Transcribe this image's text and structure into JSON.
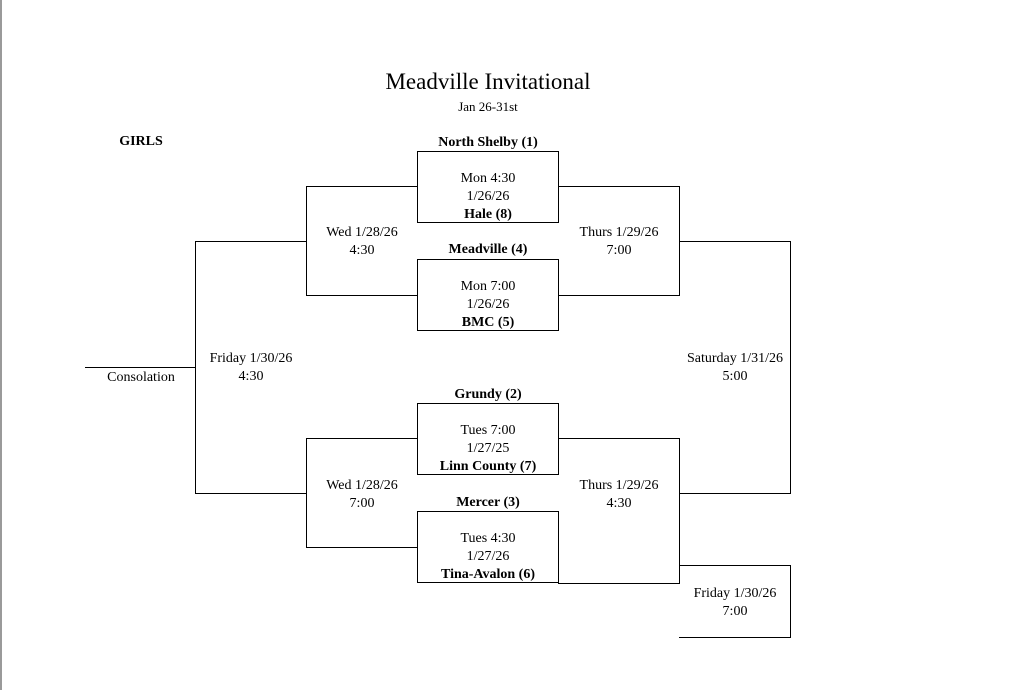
{
  "header": {
    "title": "Meadville Invitational",
    "subtitle": "Jan 26-31st",
    "division": "GIRLS"
  },
  "first_round": [
    {
      "top_team": "North Shelby (1)",
      "day_time": "Mon 4:30",
      "date": "1/26/26",
      "bottom_team": "Hale (8)"
    },
    {
      "top_team": "Meadville (4)",
      "day_time": "Mon 7:00",
      "date": "1/26/26",
      "bottom_team": "BMC (5)"
    },
    {
      "top_team": "Grundy (2)",
      "day_time": "Tues 7:00",
      "date": "1/27/25",
      "bottom_team": "Linn County (7)"
    },
    {
      "top_team": "Mercer (3)",
      "day_time": "Tues 4:30",
      "date": "1/27/26",
      "bottom_team": "Tina-Avalon (6)"
    }
  ],
  "consolation_round": [
    {
      "date": "Wed 1/28/26",
      "time": "4:30"
    },
    {
      "date": "Wed 1/28/26",
      "time": "7:00"
    }
  ],
  "consolation_final": {
    "date": "Friday 1/30/26",
    "time": "4:30",
    "label": "Consolation"
  },
  "semifinals": [
    {
      "date": "Thurs 1/29/26",
      "time": "7:00"
    },
    {
      "date": "Thurs 1/29/26",
      "time": "4:30"
    }
  ],
  "championship": {
    "date": "Saturday 1/31/26",
    "time": "5:00"
  },
  "third_place": {
    "date": "Friday 1/30/26",
    "time": "7:00"
  }
}
